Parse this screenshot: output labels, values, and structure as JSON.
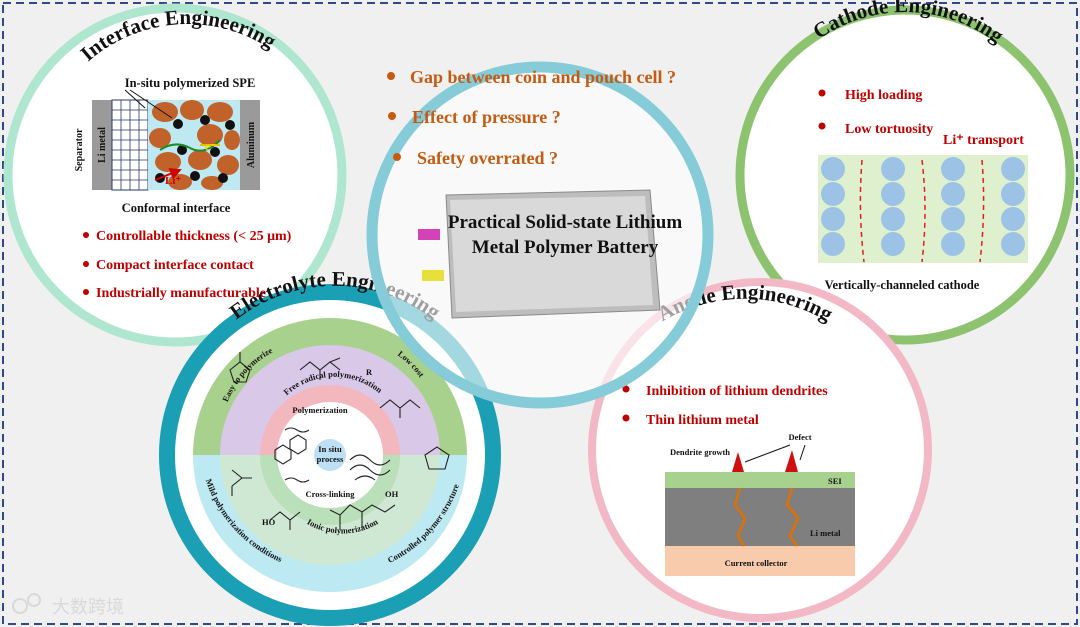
{
  "colors": {
    "interface_ring": "#aee6d0",
    "cathode_ring": "#8dc26f",
    "center_ring": "#86cbd8",
    "anode_ring": "#f2b8c6",
    "electrolyte_ring": "#1a9fb5",
    "red_text": "#c00000",
    "orange_text": "#c55a11"
  },
  "center": {
    "questions": [
      "Gap between coin and pouch cell ?",
      "Effect of pressure ?",
      "Safety overrated ?"
    ],
    "battery_line1": "Practical Solid-state Lithium",
    "battery_line2": "Metal Polymer Battery"
  },
  "interface": {
    "title": "Interface Engineering",
    "spe_label": "In-situ polymerized SPE",
    "separator_label": "Separator",
    "li_metal_label": "Li metal",
    "aluminum_label": "Aluminum",
    "e_label": "e⁻",
    "li_label": "Li⁺",
    "caption": "Conformal interface",
    "bullets": [
      "Controllable thickness (< 25 μm)",
      "Compact interface contact",
      "Industrially manufacturable"
    ]
  },
  "cathode": {
    "title": "Cathode Engineering",
    "bullets": [
      "High loading",
      "Low tortuosity"
    ],
    "transport_label": "Li⁺ transport",
    "caption": "Vertically-channeled cathode"
  },
  "electrolyte": {
    "title": "Electrolyte Engineering",
    "easy": "Easy to polymerize",
    "low_cost": "Low cost",
    "free_radical": "Free radical polymerization",
    "polymerization": "Polymerization",
    "in_situ_1": "In situ",
    "in_situ_2": "process",
    "cross_linking": "Cross-linking",
    "ionic": "Ionic polymerization",
    "mild": "Mild polymerization conditions",
    "controlled": "Controlled polymer structure",
    "r_label": "R",
    "oh1": "OH",
    "oh2": "HO"
  },
  "anode": {
    "title": "Anode Engineering",
    "bullets": [
      "Inhibition of lithium dendrites",
      "Thin lithium metal"
    ],
    "dendrite_label": "Dendrite growth",
    "defect_label": "Defect",
    "sei_label": "SEI",
    "li_metal_label": "Li metal",
    "collector_label": "Current collector"
  },
  "watermark": "大数跨境"
}
